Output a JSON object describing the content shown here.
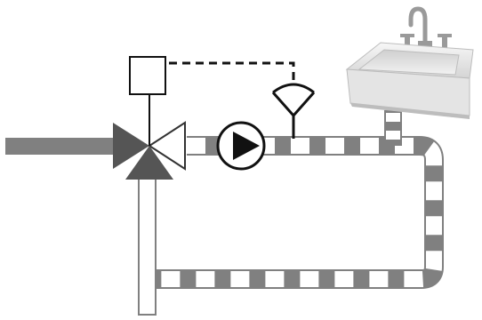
{
  "diagram": {
    "colors": {
      "background": "#ffffff",
      "pipe_grey": "#808080",
      "pipe_light": "#ffffff",
      "valve_dark": "#555555",
      "valve_outline": "#333333",
      "line": "#111111",
      "sink_body": "#e8e8e8",
      "sink_shadow": "#bdbdbd",
      "faucet": "#9a9a9a"
    },
    "components": [
      {
        "id": "supply-pipe",
        "icon": "solid-grey-pipe"
      },
      {
        "id": "mixing-valve",
        "icon": "three-way-valve-icon"
      },
      {
        "id": "actuator",
        "icon": "square-box-icon"
      },
      {
        "id": "control-signal",
        "icon": "dashed-line"
      },
      {
        "id": "circulation-pump",
        "icon": "pump-icon"
      },
      {
        "id": "temperature-sensor",
        "icon": "sensor-icon"
      },
      {
        "id": "sink",
        "icon": "washbasin-icon"
      },
      {
        "id": "circulation-loop",
        "icon": "striped-pipe-loop"
      },
      {
        "id": "return-pipe",
        "icon": "white-pipe"
      }
    ]
  }
}
